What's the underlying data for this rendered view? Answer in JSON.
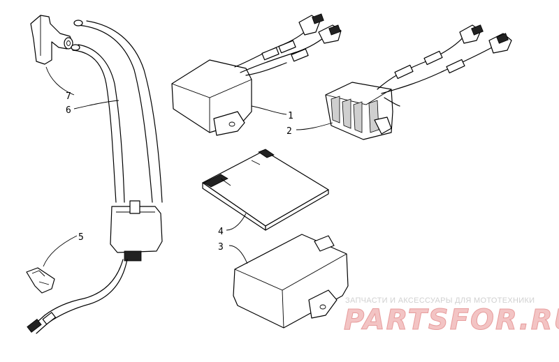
{
  "callouts": [
    {
      "id": "1",
      "text": "1"
    },
    {
      "id": "2",
      "text": "2"
    },
    {
      "id": "3",
      "text": "3"
    },
    {
      "id": "4",
      "text": "4"
    },
    {
      "id": "5",
      "text": "5"
    },
    {
      "id": "6",
      "text": "6"
    },
    {
      "id": "7",
      "text": "7"
    }
  ],
  "watermark": {
    "subtitle": "ЗАПЧАСТИ И АКСЕССУАРЫ ДЛЯ МОТОТЕХНИКИ",
    "logo": "PARTSFOR.RU"
  },
  "colors": {
    "line": "#000000",
    "background": "#ffffff",
    "watermark_logo": "#f3c4c4",
    "watermark_text": "#d0d0d0"
  }
}
